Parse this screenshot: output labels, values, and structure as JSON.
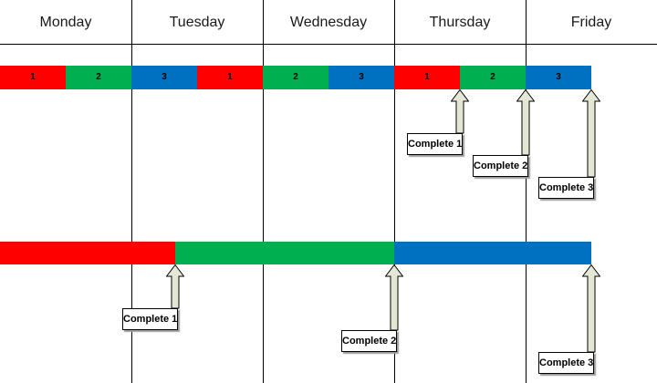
{
  "days": [
    "Monday",
    "Tuesday",
    "Wednesday",
    "Thursday",
    "Friday"
  ],
  "colors": {
    "task1": "#ff0000",
    "task2": "#00b050",
    "task3": "#0070c0",
    "arrow_fill": "#e4e6d6"
  },
  "top_row": {
    "progress": {
      "start_day": 0,
      "end_day": 4.5
    },
    "segments": [
      {
        "label": "1",
        "task": "task1"
      },
      {
        "label": "2",
        "task": "task2"
      },
      {
        "label": "3",
        "task": "task3"
      },
      {
        "label": "1",
        "task": "task1"
      },
      {
        "label": "2",
        "task": "task2"
      },
      {
        "label": "3",
        "task": "task3"
      },
      {
        "label": "1",
        "task": "task1"
      },
      {
        "label": "2",
        "task": "task2"
      },
      {
        "label": "3",
        "task": "task3"
      }
    ],
    "callouts": [
      {
        "text": "Complete 1",
        "at_day": 3.5
      },
      {
        "text": "Complete 2",
        "at_day": 4.0
      },
      {
        "text": "Complete 3",
        "at_day": 4.5
      }
    ]
  },
  "bottom_row": {
    "segments": [
      {
        "task": "task1",
        "start_day": 0,
        "end_day": 1.33
      },
      {
        "task": "task2",
        "start_day": 1.33,
        "end_day": 3.0
      },
      {
        "task": "task3",
        "start_day": 3.0,
        "end_day": 4.5
      }
    ],
    "callouts": [
      {
        "text": "Complete 1",
        "at_day": 1.33
      },
      {
        "text": "Complete 2",
        "at_day": 3.0
      },
      {
        "text": "Complete 3",
        "at_day": 4.5
      }
    ]
  }
}
